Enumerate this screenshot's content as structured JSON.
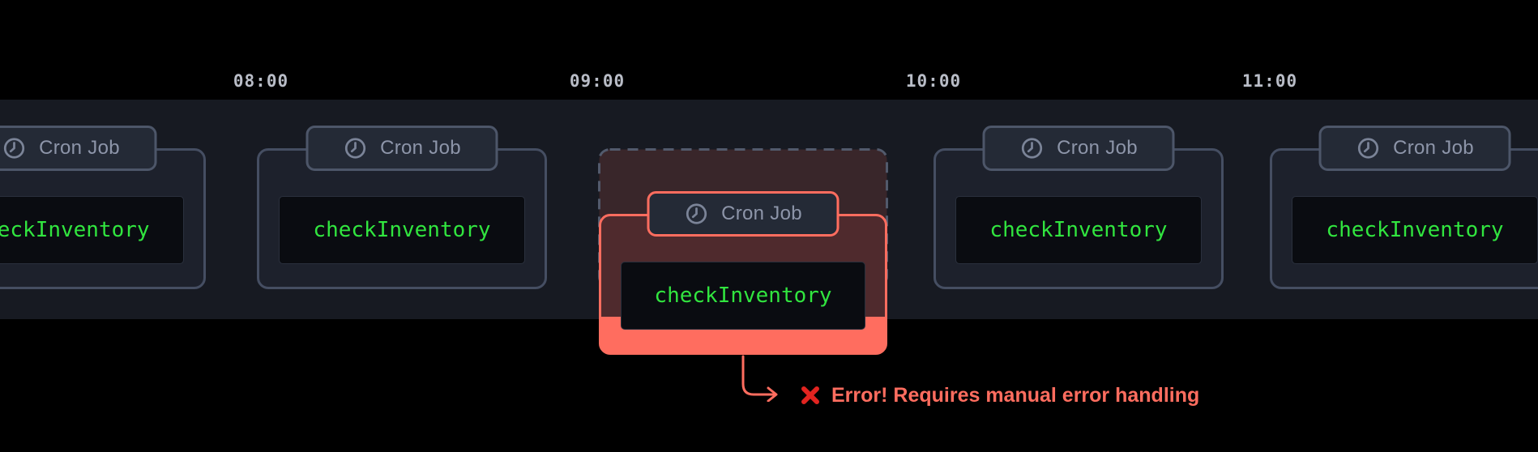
{
  "timeline": {
    "time_labels": [
      "08:00",
      "09:00",
      "10:00",
      "11:00"
    ]
  },
  "cards": [
    {
      "badge_label": "Cron Job",
      "code": "checkInventory",
      "status": "success"
    },
    {
      "badge_label": "Cron Job",
      "code": "checkInventory",
      "status": "success"
    },
    {
      "badge_label": "Cron Job",
      "code": "checkInventory",
      "status": "error"
    },
    {
      "badge_label": "Cron Job",
      "code": "checkInventory",
      "status": "success"
    },
    {
      "badge_label": "Cron Job",
      "code": "checkInventory",
      "status": "success"
    }
  ],
  "error_annotation": {
    "icon": "x-mark-icon",
    "message": "Error! Requires manual error handling"
  },
  "icons": {
    "badge_icon": "clock-icon"
  },
  "colors": {
    "band_background": "#171a22",
    "card_background": "#1d212c",
    "card_border": "#454e62",
    "code_green": "#31e53f",
    "error_accent": "#ff6d5f",
    "x_mark_red": "#e22420"
  }
}
